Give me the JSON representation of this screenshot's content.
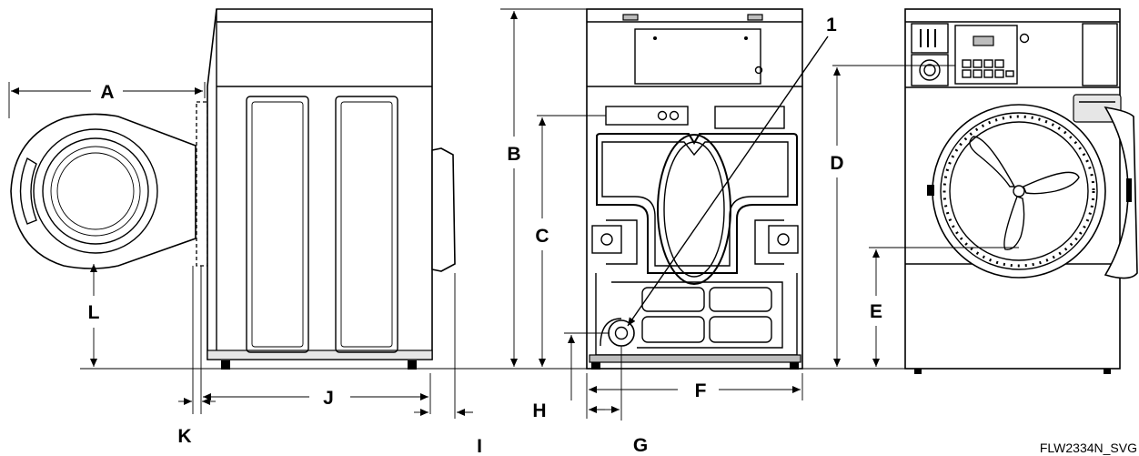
{
  "diagram": {
    "labels": {
      "A": "A",
      "B": "B",
      "C": "C",
      "D": "D",
      "E": "E",
      "F": "F",
      "G": "G",
      "H": "H",
      "I": "I",
      "J": "J",
      "K": "K",
      "L": "L",
      "callout_1": "1"
    },
    "drawing_code": "FLW2334N_SVG"
  }
}
